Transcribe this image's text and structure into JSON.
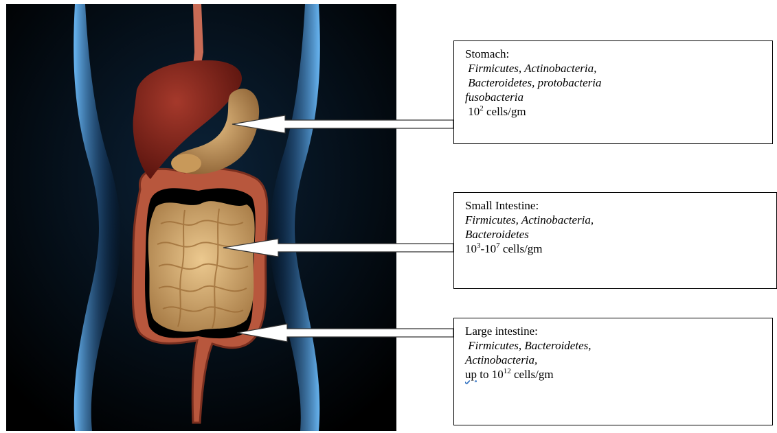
{
  "figure": {
    "illustration_subject": "human torso showing digestive organs",
    "colors": {
      "background": "#000000",
      "body_glow": "#2a8ae8",
      "liver": "#7c1f16",
      "stomach": "#c9985a",
      "small_intestine": "#d9b175",
      "large_intestine": "#b8573d",
      "arrow_fill": "#ffffff",
      "arrow_stroke": "#333333"
    }
  },
  "boxes": {
    "stomach": {
      "title": "Stomach:",
      "taxa_lines": [
        " Firmicutes, Actinobacteria,",
        " Bacteroidetes, protobacteria",
        "fusobacteria"
      ],
      "count_base": " 10",
      "count_exp": "2",
      "count_suffix": " cells/gm"
    },
    "small_intestine": {
      "title": "Small Intestine:",
      "taxa_lines": [
        "Firmicutes, Actinobacteria,",
        "Bacteroidetes"
      ],
      "count_base": "10",
      "count_exp": "3",
      "count_mid": "-10",
      "count_exp2": "7",
      "count_suffix": " cells/gm"
    },
    "large_intestine": {
      "title": "Large intestine:",
      "taxa_lines": [
        " Firmicutes, Bacteroidetes,",
        "Actinobacteria,"
      ],
      "count_prefix": "up",
      "count_base": " to 10",
      "count_exp": "12",
      "count_suffix": " cells/gm"
    }
  }
}
